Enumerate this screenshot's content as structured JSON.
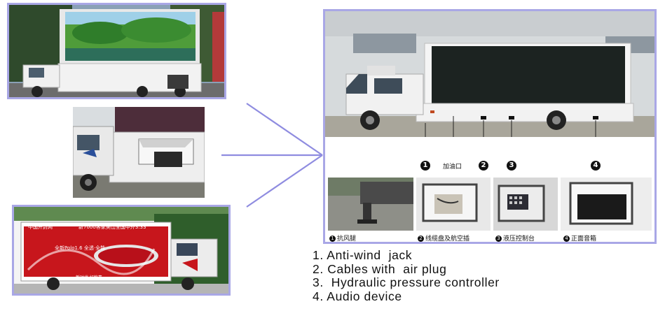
{
  "colors": {
    "frame_border": "#a9a7e6",
    "arrow": "#8f8ce0",
    "truck_white": "#f2f2f2",
    "screen_dark": "#1c2321",
    "ad_red": "#c7161c"
  },
  "photos": [
    {
      "name": "truck-photo-forest-screen"
    },
    {
      "name": "truck-photo-side-panel"
    },
    {
      "name": "truck-photo-red-ad"
    }
  ],
  "red_ad": {
    "header_left": "中国开封网",
    "header_right": "新7000客家美山全国中外3:33",
    "model_text": "全新Polo1.6 全透·全能",
    "footer_text": "新时代·好惊喜"
  },
  "main_photo": {
    "markers": [
      {
        "num": "1"
      },
      {
        "label": "加油口"
      },
      {
        "num": "2"
      },
      {
        "num": "3"
      },
      {
        "num": "4"
      }
    ],
    "details": [
      {
        "num": "1",
        "caption": "抗风腿"
      },
      {
        "num": "2",
        "caption": "线缆盘及航空插"
      },
      {
        "num": "3",
        "caption": "液压控制台"
      },
      {
        "num": "4",
        "caption": "正面音箱"
      }
    ]
  },
  "legend": [
    "1. Anti-wind  jack",
    "2. Cables with  air plug",
    "3.  Hydraulic pressure controller",
    "4. Audio device"
  ]
}
